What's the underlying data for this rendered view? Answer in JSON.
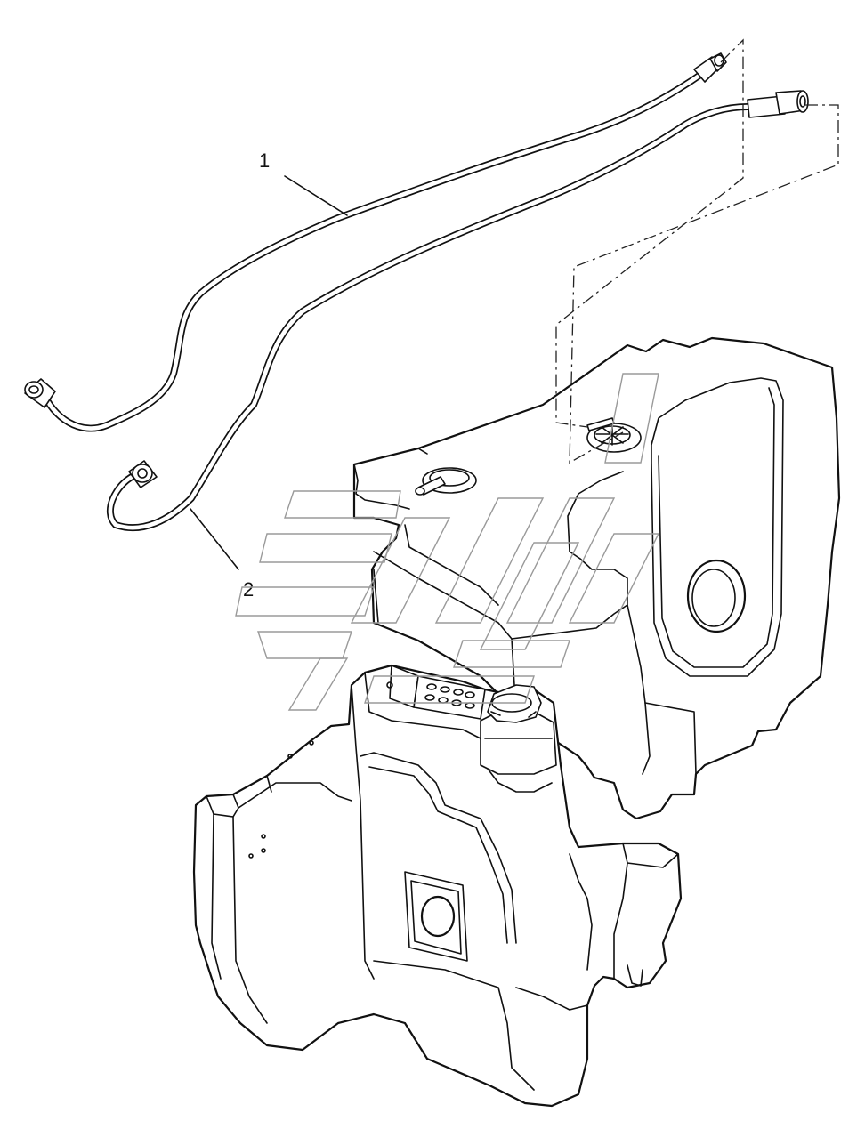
{
  "callouts": [
    {
      "id": "1",
      "label": "1"
    },
    {
      "id": "2",
      "label": "2"
    }
  ],
  "colors": {
    "line": "#111111",
    "background": "#ffffff",
    "watermark": "#9a9a9a"
  },
  "icons": {
    "watermark": "watermark-logo"
  }
}
